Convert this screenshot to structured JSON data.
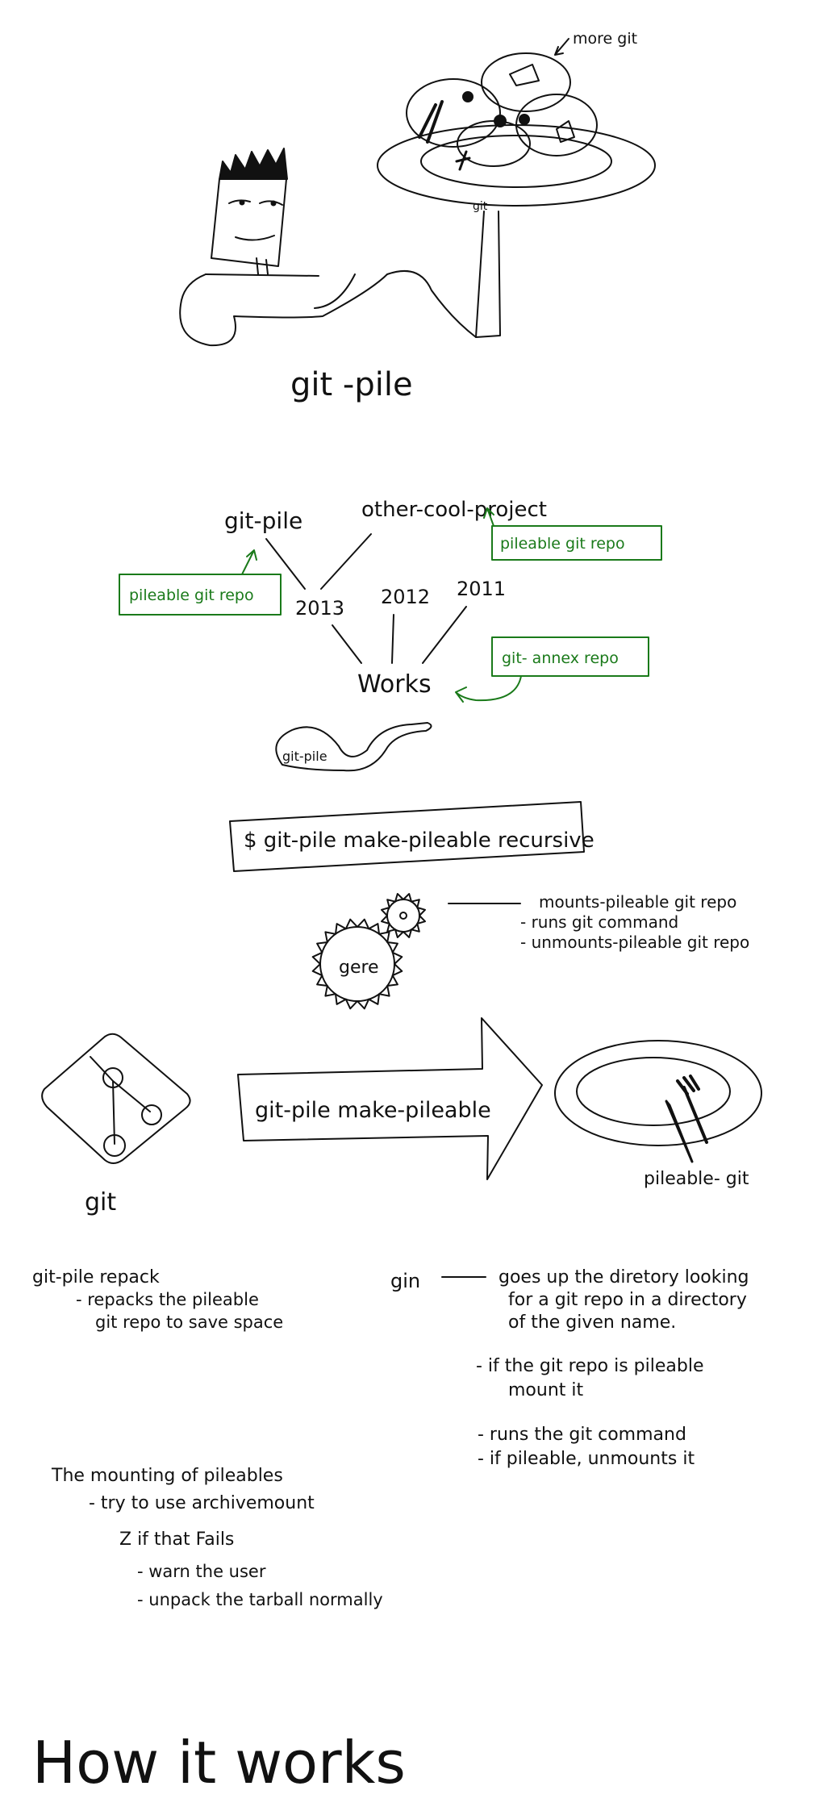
{
  "top": {
    "caption": "git -pile",
    "more_git": "more git",
    "plate_label": "git"
  },
  "tree": {
    "git_pile": "git-pile",
    "other_project": "other-cool-project",
    "pileable_left": "pileable   git repo",
    "pileable_right": "pileable   git repo",
    "year_2013": "2013",
    "year_2012": "2012",
    "year_2011": "2011",
    "works": "Works",
    "annex": "git- annex  repo",
    "snake_label": "git-pile"
  },
  "command": {
    "text": "$ git-pile   make-pileable  recursive"
  },
  "gears": {
    "center": "gere",
    "items": [
      "mounts-pileable  git repo",
      "- runs   git command",
      "- unmounts-pileable     git repo"
    ]
  },
  "flow": {
    "git_label": "git",
    "arrow_text": "git-pile   make-pileable",
    "result_label": "pileable- git"
  },
  "repack": {
    "title": "git-pile   repack",
    "line1": "- repacks the pileable",
    "line2": "git repo to save space"
  },
  "gin": {
    "label": "gin",
    "lines": [
      "goes  up the diretory  looking",
      "for a git repo  in a directory",
      "of the given  name.",
      "- if the git repo is pileable",
      "mount it",
      "- runs  the git command",
      "- if pileable, unmounts it"
    ]
  },
  "mounting": {
    "title": "The mounting  of pileables",
    "line1": "- try   to use   archivemount",
    "line2": "Z if that  Fails",
    "line3": "- warn  the  user",
    "line4": "- unpack  the  tarball  normally"
  },
  "footer": {
    "title": "How    it    works"
  },
  "colors": {
    "ink": "#111111",
    "green": "#1a7a1a"
  }
}
